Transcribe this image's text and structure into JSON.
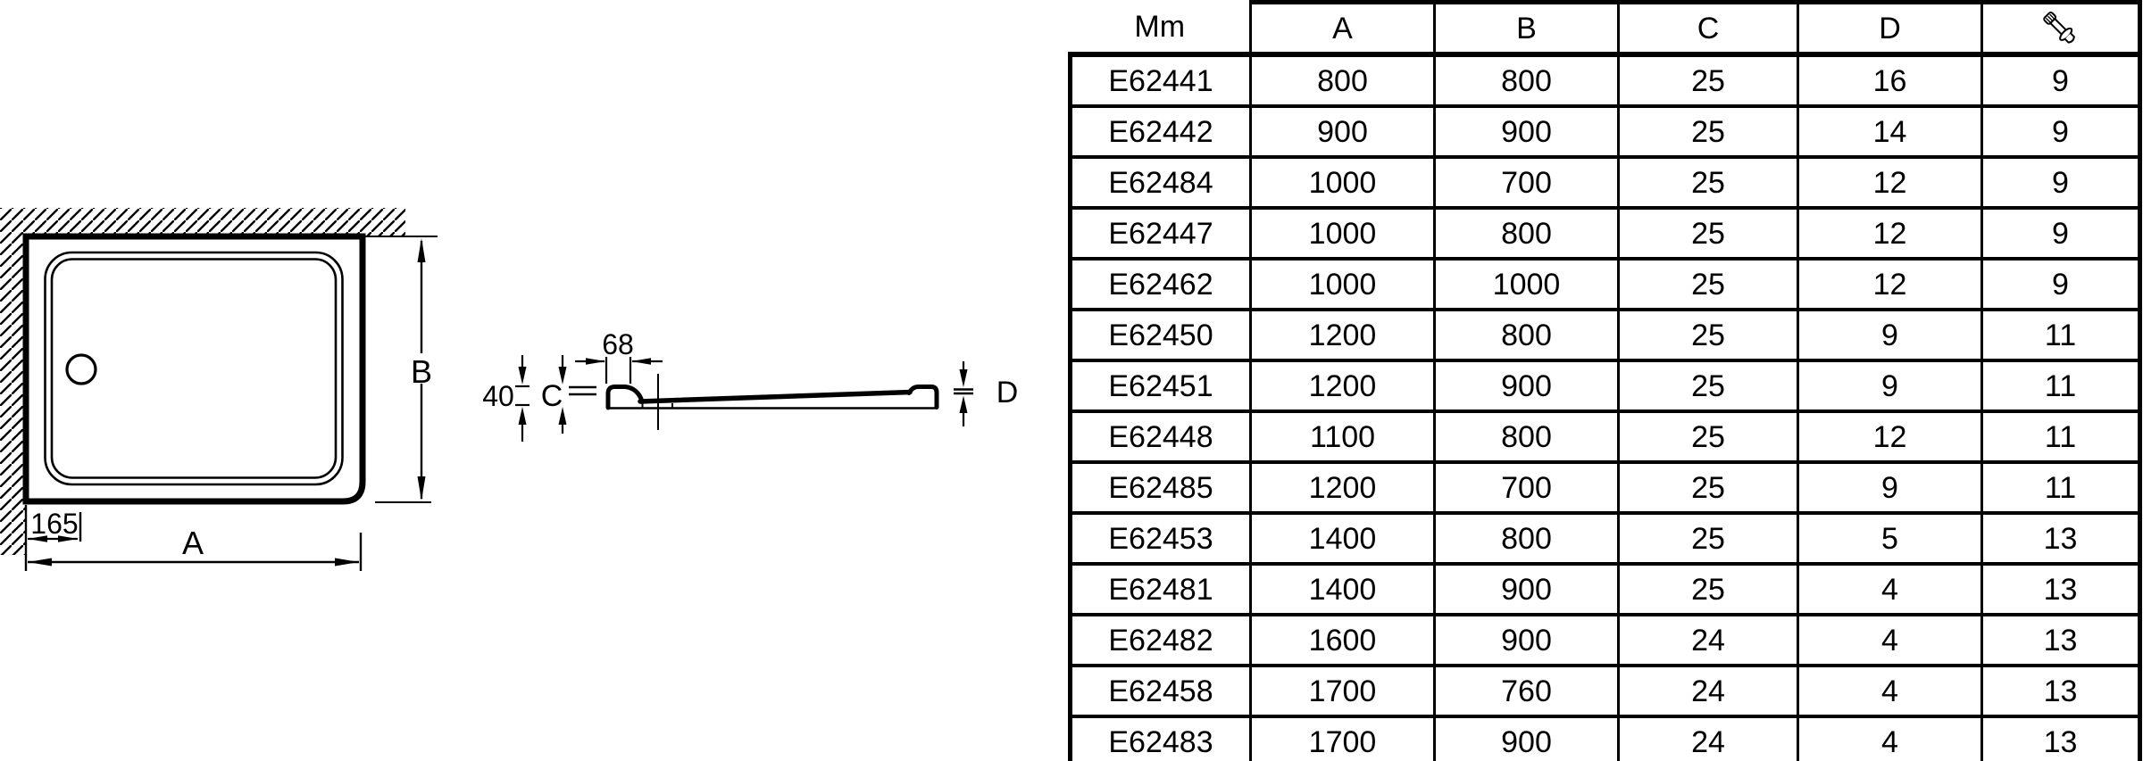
{
  "page": {
    "background": "#ffffff",
    "line_color": "#000000"
  },
  "diagram": {
    "plan_view": {
      "dim_width_label": "A",
      "dim_depth_label": "B",
      "dim_drain_offset": "165"
    },
    "section_view": {
      "dim_rim_width": "68",
      "dim_total_height": "40",
      "dim_c_label": "C",
      "dim_d_label": "D"
    }
  },
  "table": {
    "header": {
      "unit": "Mm",
      "col_a": "A",
      "col_b": "B",
      "col_c": "C",
      "col_d": "D",
      "icon": "bolt-icon"
    },
    "rows": [
      [
        "E62441",
        "800",
        "800",
        "25",
        "16",
        "9"
      ],
      [
        "E62442",
        "900",
        "900",
        "25",
        "14",
        "9"
      ],
      [
        "E62484",
        "1000",
        "700",
        "25",
        "12",
        "9"
      ],
      [
        "E62447",
        "1000",
        "800",
        "25",
        "12",
        "9"
      ],
      [
        "E62462",
        "1000",
        "1000",
        "25",
        "12",
        "9"
      ],
      [
        "E62450",
        "1200",
        "800",
        "25",
        "9",
        "11"
      ],
      [
        "E62451",
        "1200",
        "900",
        "25",
        "9",
        "11"
      ],
      [
        "E62448",
        "1100",
        "800",
        "25",
        "12",
        "11"
      ],
      [
        "E62485",
        "1200",
        "700",
        "25",
        "9",
        "11"
      ],
      [
        "E62453",
        "1400",
        "800",
        "25",
        "5",
        "13"
      ],
      [
        "E62481",
        "1400",
        "900",
        "25",
        "4",
        "13"
      ],
      [
        "E62482",
        "1600",
        "900",
        "24",
        "4",
        "13"
      ],
      [
        "E62458",
        "1700",
        "760",
        "24",
        "4",
        "13"
      ],
      [
        "E62483",
        "1700",
        "900",
        "24",
        "4",
        "13"
      ]
    ]
  }
}
